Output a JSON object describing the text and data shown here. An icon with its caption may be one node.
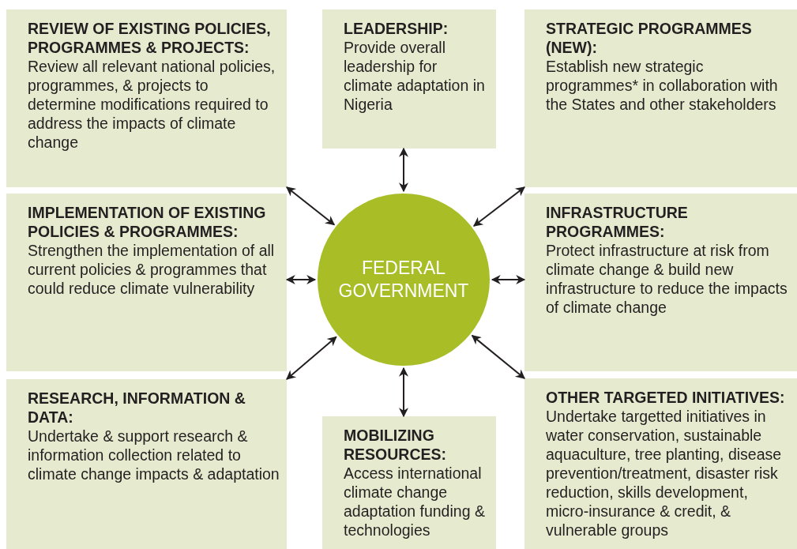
{
  "diagram": {
    "nodes": [
      {
        "text": [
          "REVIEW OF EXISTING POLICIES, PROGRAMMES & PROJECTS:",
          "Review all relevant national policies, programmes, & projects to determine modifications required to address the impacts of climate change"
        ]
      },
      {
        "text": [
          "LEADERSHIP:",
          "Provide overall leadership for climate adaptation in Nigeria"
        ]
      },
      {
        "text": [
          "STRATEGIC PROGRAMMES (NEW):",
          "Establish new strategic programmes* in collaboration with the States and other stakeholders"
        ]
      },
      {
        "text": [
          "IMPLEMENTATION OF EXISTING POLICIES & PROGRAMMES:",
          "Strengthen the implementation of all current policies & programmes that could reduce climate vulnerability"
        ]
      },
      {
        "text": [
          "FEDERAL GOVERNMENT"
        ]
      },
      {
        "text": [
          "INFRASTRUCTURE PROGRAMMES:",
          "Protect infrastructure at risk from climate change & build new infrastructure to reduce the impacts of climate change"
        ]
      },
      {
        "text": [
          "RESEARCH, INFORMATION & DATA:",
          "Undertake & support research & information collection related to climate change impacts & adaptation"
        ]
      },
      {
        "text": [
          "MOBILIZING RESOURCES:",
          "Access international climate change adaptation funding & technologies"
        ]
      },
      {
        "text": [
          "OTHER TARGETED INITIATIVES:",
          "Undertake targetted initiatives in water conservation, sustainable aquaculture, tree planting, disease prevention/treatment, disaster risk reduction, skills development, micro-insurance & credit, & vulnerable groups"
        ]
      }
    ],
    "edges": [
      {
        "from": 4,
        "to": 0,
        "arrow": "both"
      },
      {
        "from": 4,
        "to": 1,
        "arrow": "both"
      },
      {
        "from": 4,
        "to": 2,
        "arrow": "both"
      },
      {
        "from": 4,
        "to": 3,
        "arrow": "both"
      },
      {
        "from": 4,
        "to": 5,
        "arrow": "both"
      },
      {
        "from": 4,
        "to": 6,
        "arrow": "both"
      },
      {
        "from": 4,
        "to": 7,
        "arrow": "both"
      },
      {
        "from": 4,
        "to": 8,
        "arrow": "both"
      }
    ]
  }
}
